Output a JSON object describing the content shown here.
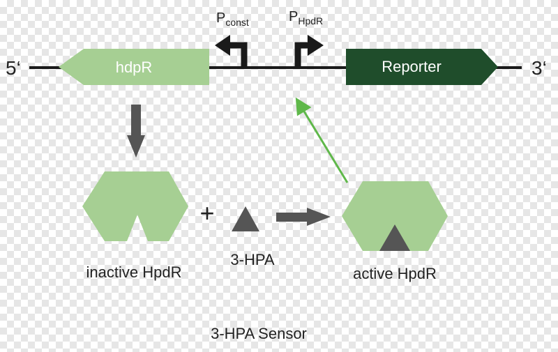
{
  "strand": {
    "left_end": "5‘",
    "right_end": "3‘"
  },
  "genes": {
    "hdpr": {
      "label": "hdpR"
    },
    "reporter": {
      "label": "Reporter"
    }
  },
  "promoters": {
    "const": {
      "main": "P",
      "sub": "const"
    },
    "hpdr": {
      "main": "P",
      "sub": "HpdR"
    }
  },
  "molecules": {
    "inactive": {
      "label": "inactive HpdR"
    },
    "ligand": {
      "label": "3-HPA"
    },
    "plus": "+",
    "active": {
      "label": "active HpdR"
    }
  },
  "caption": "3-HPA Sensor",
  "colors": {
    "light_green": "#a6cf93",
    "dark_green": "#1f4d2b",
    "arrow_green": "#5fb84a",
    "dark_gray": "#555555",
    "black": "#1a1a1a"
  }
}
